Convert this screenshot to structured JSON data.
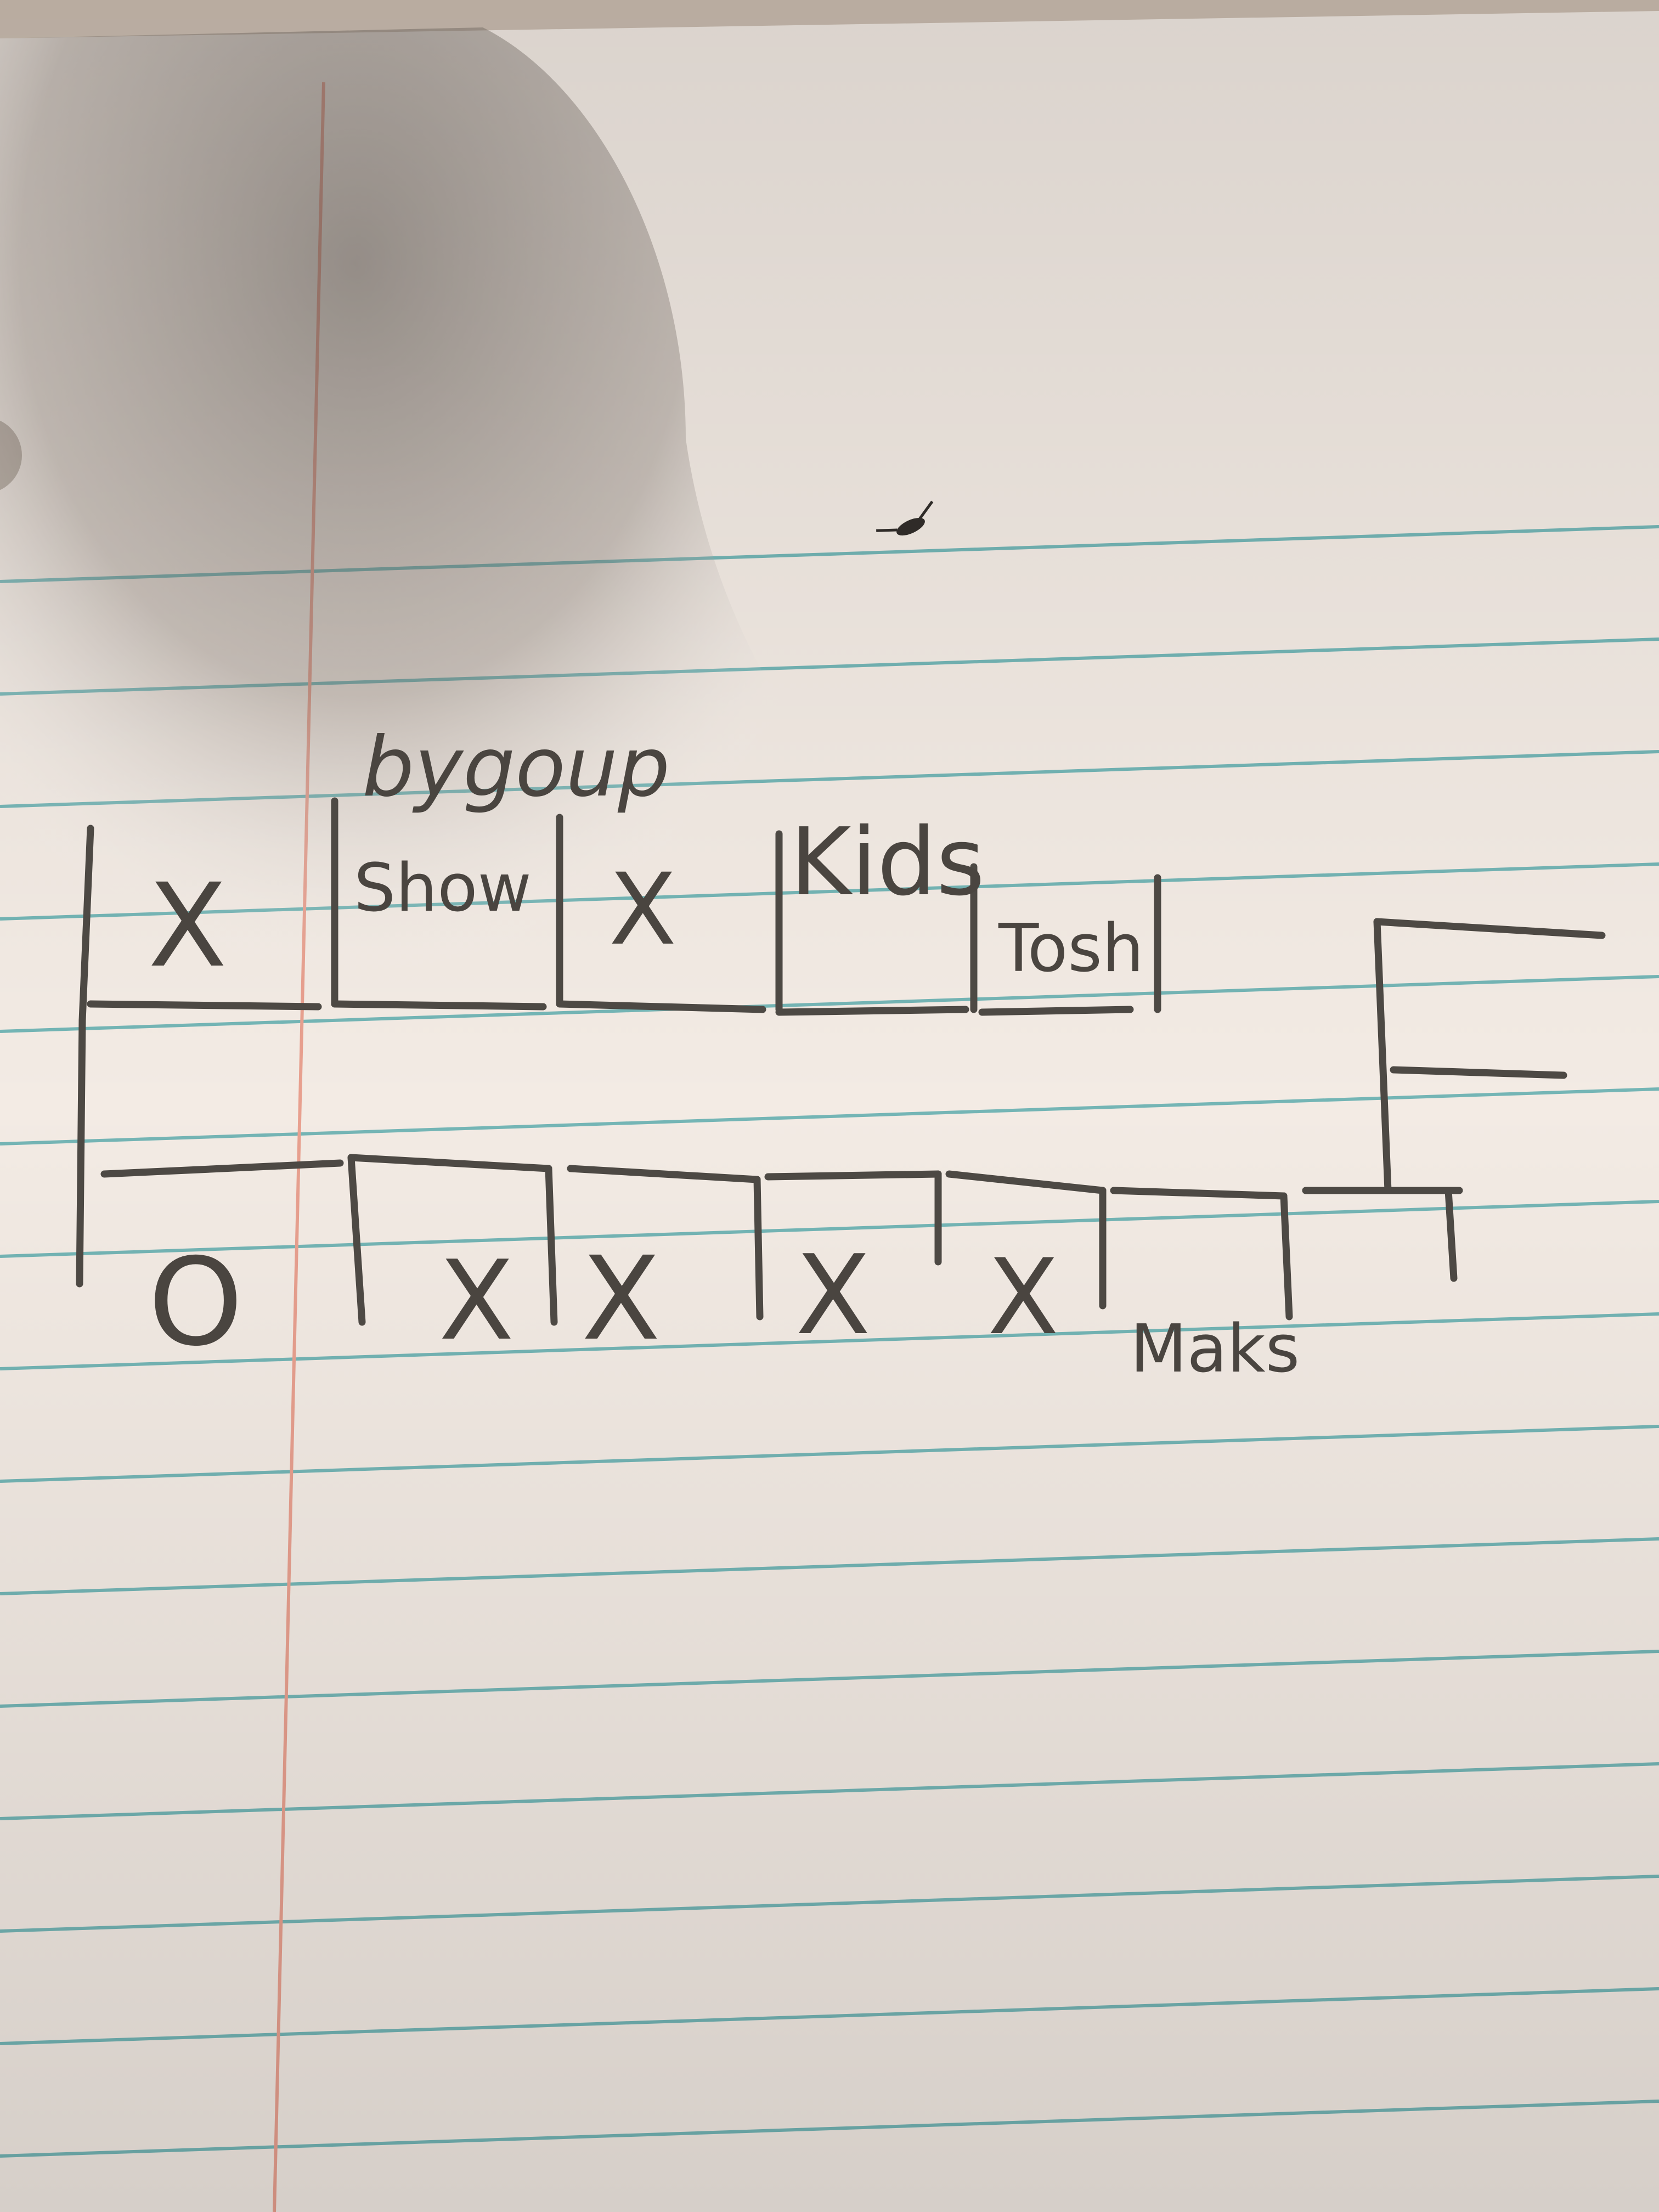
{
  "colors": {
    "paper": "#f3ebe4",
    "paper_shadow": "#6b625b",
    "rule_line": "#4aa3a6",
    "margin_line": "#e8a08f",
    "pencil": "#4d4944"
  },
  "top_row": {
    "cells": [
      {
        "mark": "X"
      },
      {
        "mark": "bygoup",
        "sub": "Show"
      },
      {
        "mark": "X"
      },
      {
        "mark": "Kids"
      },
      {
        "mark": "Tosh"
      }
    ]
  },
  "bottom_row": {
    "cells": [
      {
        "mark": "O"
      },
      {
        "mark": "X"
      },
      {
        "mark": "X"
      },
      {
        "mark": "X"
      },
      {
        "mark": "X"
      },
      {
        "mark": "Maks"
      }
    ]
  },
  "icons": {
    "flag": "flag-icon",
    "insect": "insect-icon"
  }
}
